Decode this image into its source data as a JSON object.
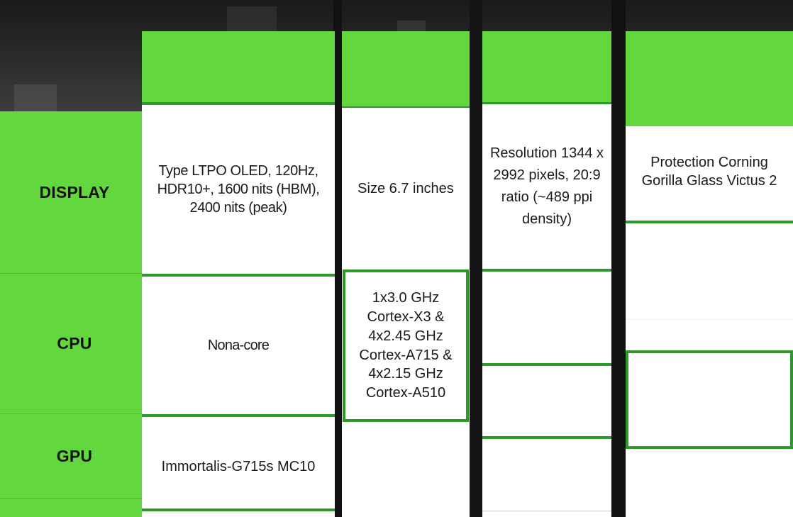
{
  "rows": {
    "display": {
      "label": "DISPLAY"
    },
    "cpu": {
      "label": "CPU"
    },
    "gpu": {
      "label": "GPU"
    }
  },
  "columns": {
    "type": {
      "display": "Type LTPO OLED, 120Hz, HDR10+, 1600 nits (HBM), 2400 nits (peak)",
      "cpu": "Nona-core",
      "gpu": "Immortalis-G715s MC10"
    },
    "size": {
      "display": "Size 6.7 inches",
      "cpu": "1x3.0 GHz Cortex-X3 & 4x2.45 GHz Cortex-A715 & 4x2.15 GHz Cortex-A510"
    },
    "resolution": {
      "display": "Resolution 1344 x 2992 pixels, 20:9 ratio (~489 ppi density)"
    },
    "protection": {
      "display": "Protection Corning Gorilla Glass Victus 2"
    }
  },
  "colors": {
    "accent_green": "#62d83e",
    "border_green": "#2c9a2a"
  }
}
